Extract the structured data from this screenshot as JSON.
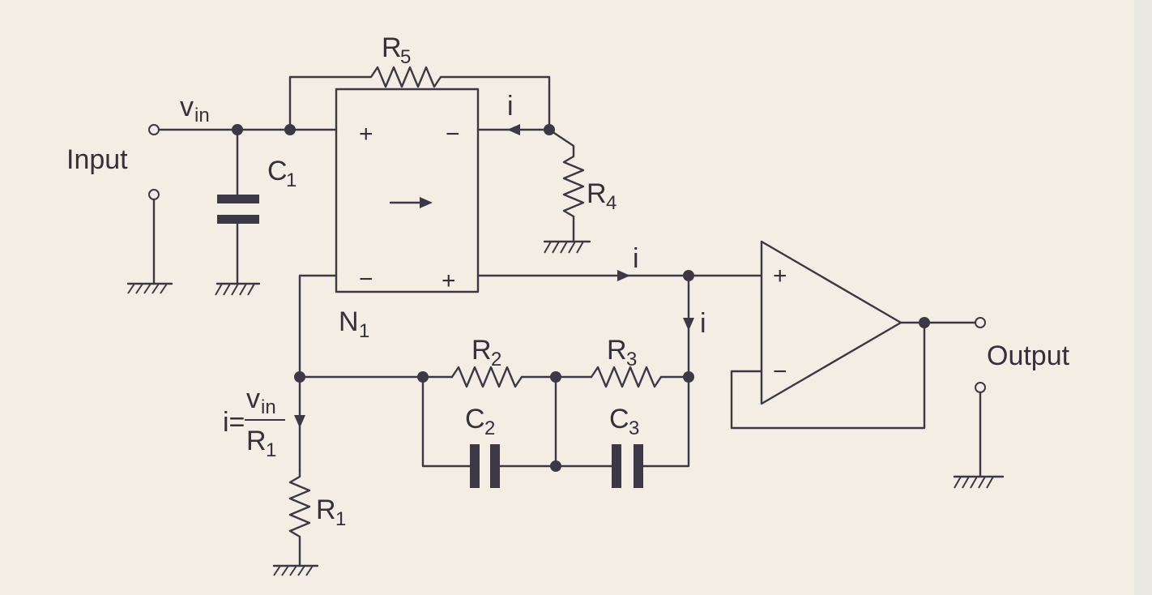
{
  "labels": {
    "input": "Input",
    "output": "Output",
    "vin_main": "v",
    "vin_sub": "in",
    "current": "i",
    "current_eq_prefix": "i=",
    "current_eq_num_main": "v",
    "current_eq_num_sub": "in",
    "current_eq_den_main": "R",
    "current_eq_den_sub": "1",
    "block_main": "N",
    "block_sub": "1",
    "plus": "+",
    "minus": "−"
  },
  "components": {
    "C1": {
      "main": "C",
      "sub": "1"
    },
    "C2": {
      "main": "C",
      "sub": "2"
    },
    "C3": {
      "main": "C",
      "sub": "3"
    },
    "R1": {
      "main": "R",
      "sub": "1"
    },
    "R2": {
      "main": "R",
      "sub": "2"
    },
    "R3": {
      "main": "R",
      "sub": "3"
    },
    "R4": {
      "main": "R",
      "sub": "4"
    },
    "R5": {
      "main": "R",
      "sub": "5"
    }
  }
}
